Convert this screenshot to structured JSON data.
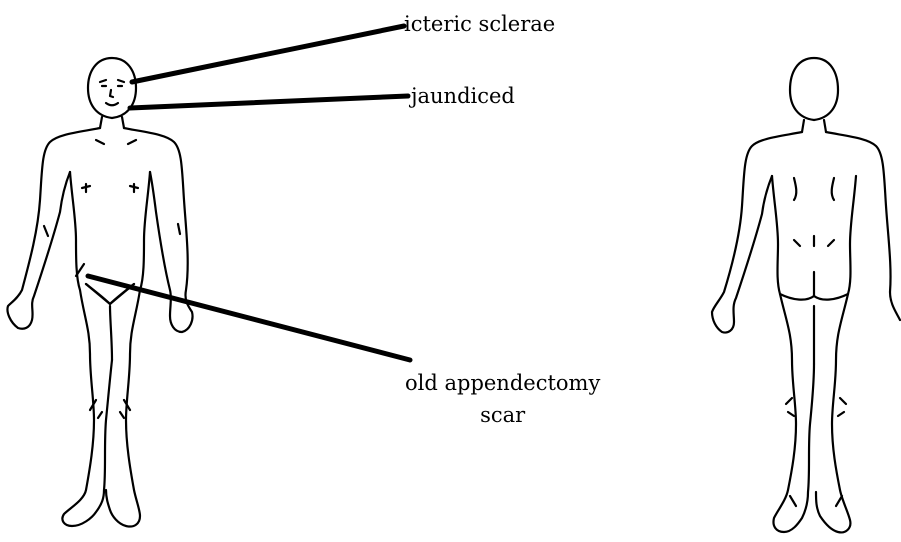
{
  "annotations": {
    "icteric": "icteric sclerae",
    "jaundiced": "jaundiced",
    "scar_line1": "old appendectomy",
    "scar_line2": "scar"
  },
  "colors": {
    "ink": "#000000",
    "background": "#ffffff"
  }
}
